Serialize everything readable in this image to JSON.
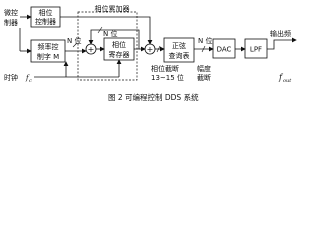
{
  "diagram": {
    "title": "可编程控制 DDS 系统",
    "caption_number": "图 2",
    "inputs": {
      "mcu": [
        "微控",
        "制器"
      ],
      "clock": "时钟",
      "clock_sub": "f",
      "clock_sub2": "c"
    },
    "blocks": {
      "phase_controller": [
        "相位",
        "控制器"
      ],
      "freq_controller": [
        "频率控",
        "制字 M"
      ],
      "phase_register": [
        "相位",
        "寄存器"
      ],
      "sine_table": [
        "正弦",
        "查询表"
      ],
      "dac": "DAC",
      "lpf": "LPF"
    },
    "labels": {
      "phase_accumulator": "相位累加器",
      "n_bits_top": "N 位",
      "n_bits_mid": "N 位",
      "n_bits_right": "N 位",
      "phase_truncation": [
        "相位截断",
        "13~15 位"
      ],
      "amplitude_truncation": [
        "幅度",
        "截断"
      ],
      "output_wave": "输出频",
      "f_out": "f",
      "f_out_sub": "out"
    }
  }
}
